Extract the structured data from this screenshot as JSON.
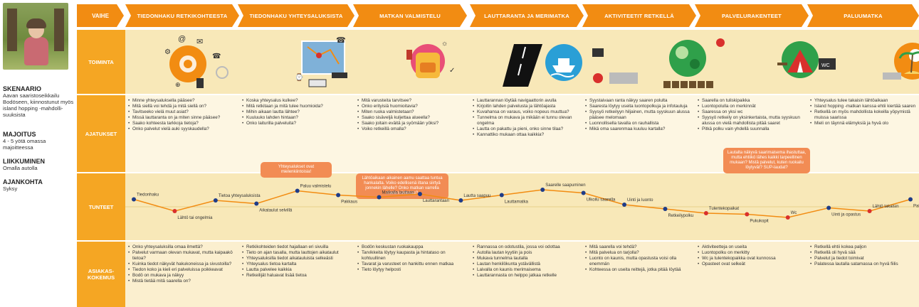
{
  "persona": {
    "skenaario_heading": "SKENAARIO",
    "skenaario_text": "Aavan saaristoseikkai­lu Bodöseen, kiinnos­tunut myös island hopping -mahdolli­suuksista",
    "majoitus_heading": "MAJOITUS",
    "majoitus_text": "4 - 5 yötä omassa majoitteessa",
    "liikkuminen_heading": "LIIKKUMINEN",
    "liikkuminen_text": "Omalla autolla",
    "ajankohta_heading": "AJANKOHTA",
    "ajankohta_text": "Syksy"
  },
  "row_labels": {
    "vaihe": "VAIHE",
    "toiminta": "TOIMINTA",
    "ajatukset": "AJATUKSET",
    "tunteet": "TUNTEET",
    "kokemus": "ASIAKAS-KOKEMUS"
  },
  "phases": [
    "TIEDONHAKU RETKIKOHTEESTA",
    "TIEDONHAKU YHTEYSALUKSISTA",
    "MATKAN VALMISTELU",
    "LAUTTARANTA JA MERIMATKA",
    "AKTIVITEETIT RETKELLÄ",
    "PALVELURAKENTEET",
    "PALUUMATKA"
  ],
  "thoughts": [
    [
      "Minne yhteysaluksella pääsee?",
      "Mitä siellä voi tehdä ja mitä siellä on?",
      "Tavitseeko vielä muut asiat?",
      "Missä lauttaranta on ja miten sinne pääsee?",
      "Saako kohteesta tarkkoja tietoja?",
      "Onko palvelut vielä auki syyskaudella?"
    ],
    [
      "Koska yhteysalus kulkee?",
      "Mitä retkitaan ja mitä tulee huomioida?",
      "Mihin aikaan lautta lähtee?",
      "Kuuluuko lahden hintaan?",
      "Onko laiturilla palveluita?"
    ],
    [
      "Mitä varusteita tarvitsee?",
      "Onko erityisiä huomioitavia?",
      "Miten ruoka valmistetaan?",
      "Saako sisäveljä kuljettaa alueella?",
      "Saako joitain eväitä ja syömään yöksi?",
      "Voiko retkeillä omalla?"
    ],
    [
      "Lauttarannan löytää navigaattorin avulla",
      "Kirjoitin lahden palvelusta ja lähtöajasta",
      "Kuvahansa on varaus, voiko nopeus muuttua?",
      "Tunnelma on mukava ja mikään ei tunnu olevan ongelma",
      "Lautta on pakattu ja pieni, onko sinne tilaa?",
      "Kannattiko mukaan ottaa kaikkia?"
    ],
    [
      "Syystaivaan ranta näkyy saaren polulta",
      "Saaresta löytyy useita luontopolkuja ja infotauluja",
      "Syysyö retkeilyyn hiljainen, mutta syyskuun alussa pääsee melomaan",
      "Luonnollisella tavalla on rauhallista",
      "Mikä oma saarenmaa kuuluu kartalla?"
    ],
    [
      "Saarella on tuliskipaikka",
      "Luontopolulla on merkinnät",
      "Saaressa on yksi wc",
      "Syysyö retkeily on yksinkertaista, mutta syyskuun alussa on vielä mahdollista pitää saaret",
      "Pitkä polku vain yhdellä suunnalla"
    ],
    [
      "Yhteysalus tulee takaisin lähtöaikaan",
      "Island hopping -matkan kanssa ehtii kiertää saaren",
      "Retkellä on myös mahdollista kokeilla yöpymistä muissa saarissa",
      "Mieli on täynnä elämyksiä ja hyvä olo"
    ]
  ],
  "notes": {
    "note1": "Yhteysalukset ovat mielenkiintoisia!",
    "note2": "Lähtöaikaan aikainen aamu saattaa tuntua hankalalta. Voiko edellisenä iltana siirtyä jonnekin lähelle? Onko matkan varrella mielenkiintoista?",
    "note3": "Lautalta näkyvä saarimaisema ihastuttaa, mutta ehtiikö lähes kaikki tarpeellinen mukaan? Mistä palvelut, kuten ruokailu löytyvät? SUP-laudat?"
  },
  "emotion_points": [
    {
      "label": "Tiedonhaku"
    },
    {
      "label": "Lähtö tai ongelmia"
    },
    {
      "label": "Tietoa yhteysaluksista"
    },
    {
      "label": "Aikataulut selvillä"
    },
    {
      "label": "Paluu valmistelu"
    },
    {
      "label": "Pakkaus"
    },
    {
      "label": "Matkalla lauttaan"
    },
    {
      "label": "Lauttarantaan"
    },
    {
      "label": "Lautta saapuu"
    },
    {
      "label": "Lauttamatka"
    },
    {
      "label": "Saarelle saapuminen"
    },
    {
      "label": "Ulkoilu saarella"
    },
    {
      "label": "Uinti ja luonto"
    },
    {
      "label": "Retkeilypolku"
    },
    {
      "label": "Tulentekopaikat"
    },
    {
      "label": "Pukukopit"
    },
    {
      "label": "Wc"
    },
    {
      "label": "Uinti ja opastus"
    },
    {
      "label": "Lähtö takaisin"
    },
    {
      "label": "Paluu kotiin"
    }
  ],
  "experience": [
    [
      "Onko yhteysaluksilla omaa ilmettä?",
      "Palvelut varmaan olevan mukavat, mutta kaipaakö tietoa?",
      "Kuinka tiedot näkyvät hakukoneissa ja sivustoilla?",
      "Tiedon koko ja kieli eri palveluissa poikkeavat",
      "Bodö on mukava ja näkyy",
      "Mistä tietää mitä saarella on?"
    ],
    [
      "Retkikohteiden tiedot hajallaan eri sivuilla",
      "Tieto on ajan tasalla, mutta lauttojen aikataulut",
      "Yhteysaluksilla tiedot aikatauluista selkeästi",
      "Yhteysalus tietoa kartalta",
      "Lautta palvelee kaikkia",
      "Retkeilijät haluavat lisää tietoa"
    ],
    [
      "Bodön keskustan ruokakauppa",
      "Tarvikkeita löytyy kaupasta ja hintataso on kohtuullinen",
      "Tavarat ja varusteet on hankittu ennen matkaa",
      "Tieto löytyy helposti"
    ],
    [
      "Rannassa on odotustila, jossa voi odottaa",
      "Autolla lautan kyytiin ja pois",
      "Mukava tunnelma lautalla",
      "Lautan henkilökunta ystävällistä",
      "Laivalla on kaunis merimaisema",
      "Lauttarannasta on helppo jatkaa retkelle"
    ],
    [
      "Mitä saarella voi tehdä?",
      "Mitä palvelua on tarjolla?",
      "Luonto on kaunis, mutta opastusta voisi olla enemmän",
      "Kohteessa on useita reittejä, jotka pitää löytää"
    ],
    [
      "Aktiviteetteja on useita",
      "Luontopolku on merkitty",
      "Wc ja tulentekopaikka ovat kunnossa",
      "Opasteet ovat selkeät"
    ],
    [
      "Retkellä ehtii kokea paljon",
      "Retkellä oli hyvä sää",
      "Palvelut ja tiedot toimivat",
      "Palatessa lautalla satamassa on hyvä fiilis"
    ]
  ],
  "chart_data": {
    "type": "line",
    "title": "",
    "ylabel": "TUNTEET",
    "series": [
      {
        "values": [
          0.35,
          -0.2,
          0.3,
          0.15,
          0.75,
          0.55,
          0.45,
          0.6,
          0.3,
          0.55,
          0.8,
          0.65,
          0.1,
          -0.1,
          -0.3,
          -0.35,
          -0.5,
          -0.05,
          -0.2,
          0.35
        ]
      }
    ]
  },
  "colors": {
    "accent": "#f28c12",
    "band": "#f8e8b8",
    "note": "#f28c54",
    "point": "#1f3c88",
    "low_point": "#d9302c"
  }
}
